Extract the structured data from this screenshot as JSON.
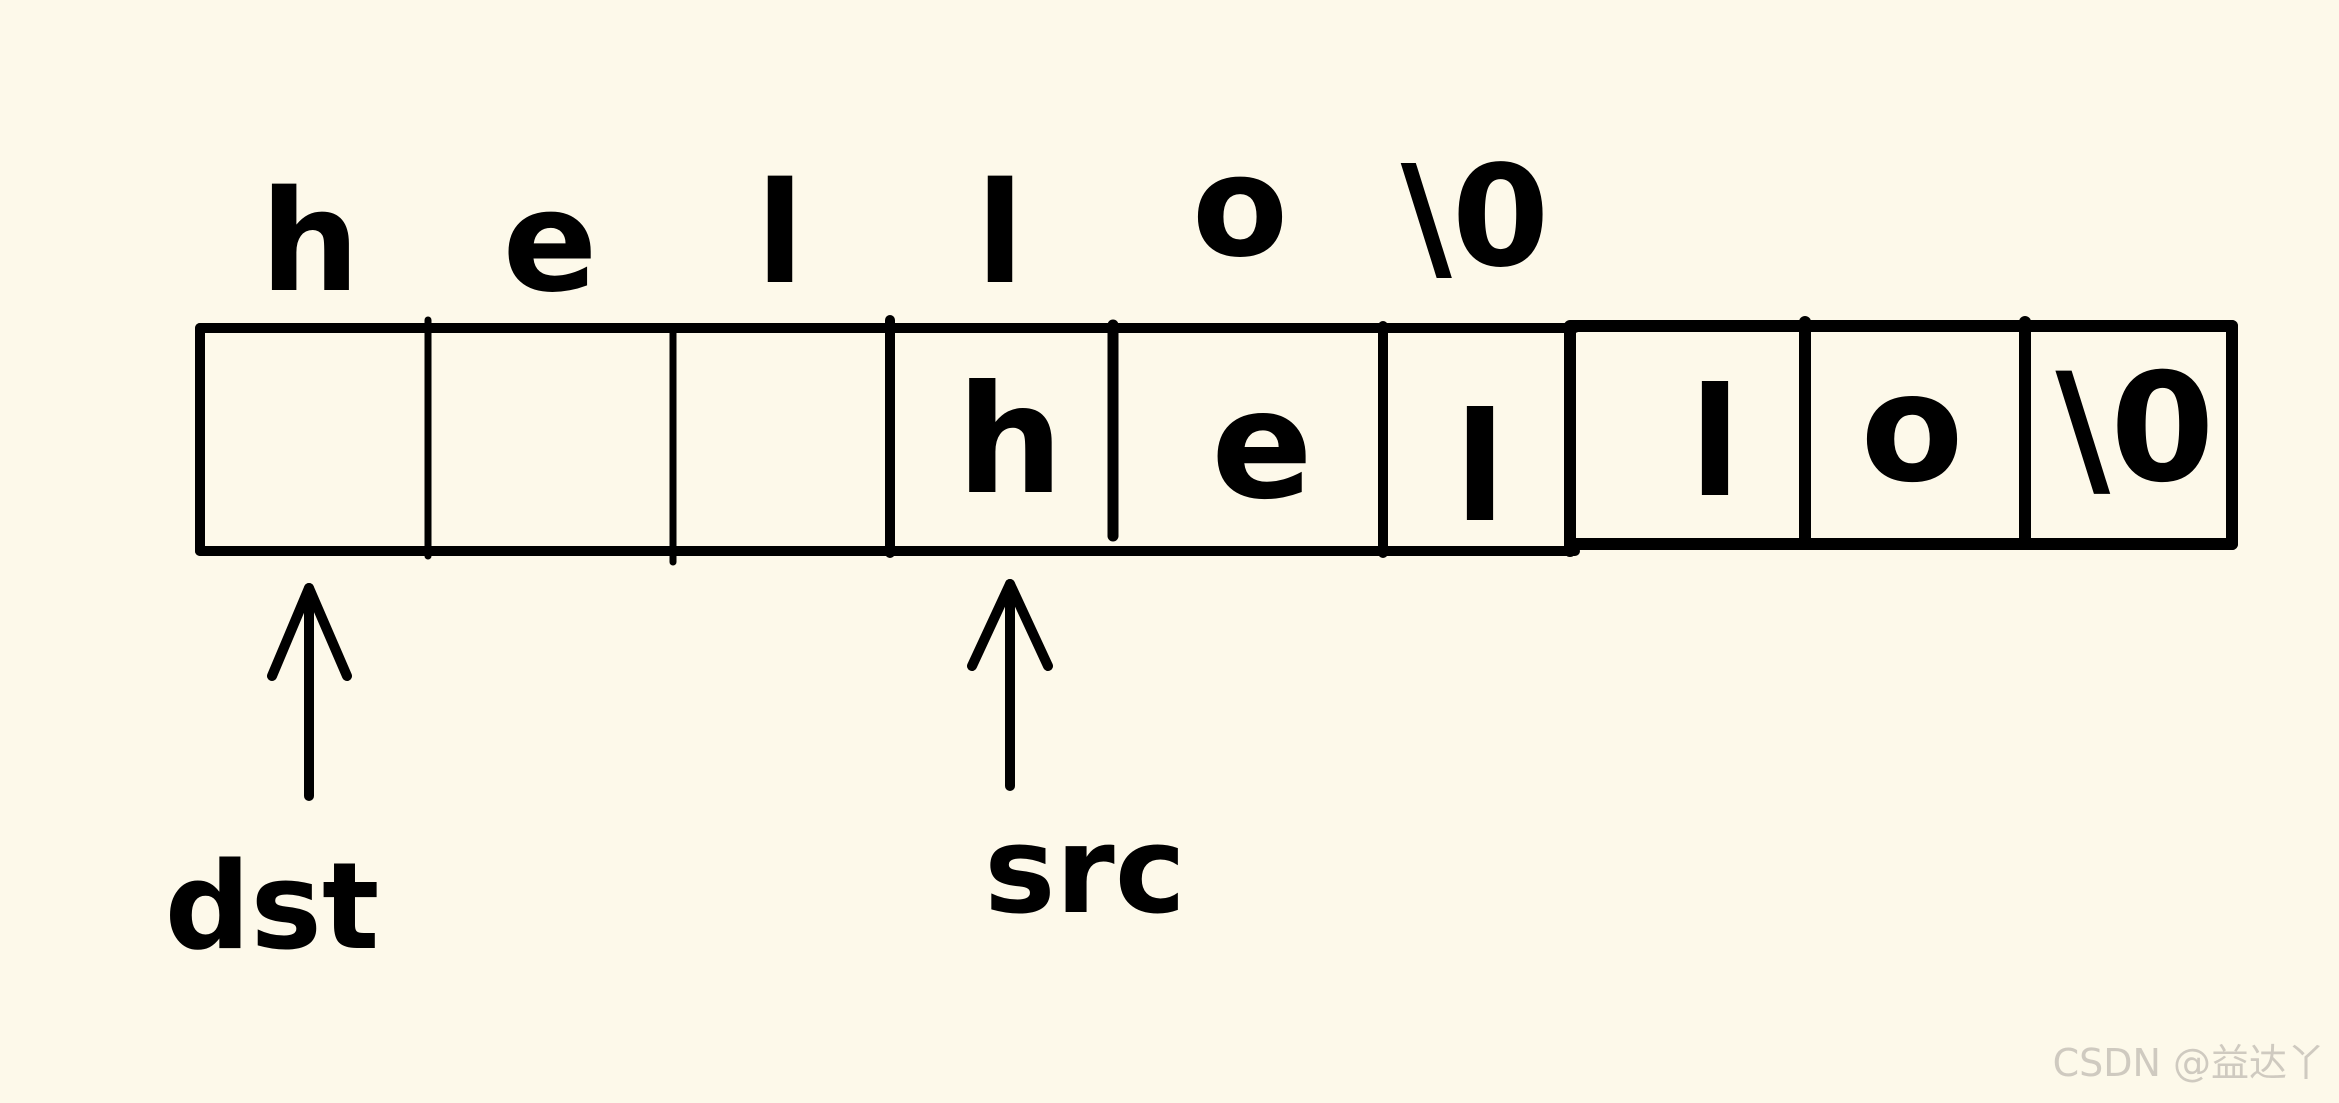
{
  "diagram": {
    "top_chars": [
      "h",
      "e",
      "l",
      "l",
      "o",
      "\\0"
    ],
    "cell_chars": [
      "",
      "",
      "",
      "h",
      "e",
      "l",
      "l",
      "o",
      "\\0"
    ],
    "pointers": {
      "dst": {
        "label": "dst",
        "cell_index": 0
      },
      "src": {
        "label": "src",
        "cell_index": 3
      }
    },
    "colors": {
      "background": "#fdf9ea",
      "ink": "#000000",
      "watermark": "#cfcac0"
    }
  },
  "watermark": "CSDN @益达丫"
}
